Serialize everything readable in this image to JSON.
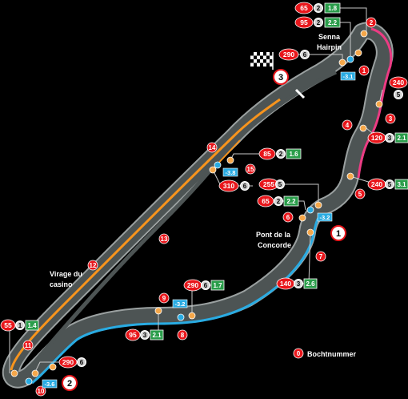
{
  "colors": {
    "background": "#000000",
    "track": "#4d5454",
    "track_edge": "#9aa0a0",
    "orange_kerb": "#f7941d",
    "blue_kerb": "#29abe2",
    "pink_kerb": "#ec3b83",
    "corner_red": "#e8161b",
    "gear_green": "#2a9d4a",
    "marker_orange": "#f5a74a"
  },
  "place_names": {
    "senna_line1": "Senna",
    "senna_line2": "Hairpin",
    "pont_line1": "Pont de la",
    "pont_line2": "Concorde",
    "casino_line1": "Virage du",
    "casino_line2": "casino"
  },
  "legend": {
    "sample_number": "0",
    "label": "Bochtnummer"
  },
  "zones": [
    {
      "id": "1",
      "label": "1"
    },
    {
      "id": "2",
      "label": "2"
    },
    {
      "id": "3",
      "label": "3"
    }
  ],
  "corners": [
    "1",
    "2",
    "3",
    "4",
    "5",
    "6",
    "7",
    "8",
    "9",
    "10",
    "11",
    "12",
    "13",
    "14",
    "15"
  ],
  "speed_boxes": [
    {
      "speed": "65",
      "gear": "2",
      "g": "1.8"
    },
    {
      "speed": "95",
      "gear": "2",
      "g": "2.2"
    },
    {
      "speed": "290",
      "gear": "6",
      "g": ""
    },
    {
      "speed": "240",
      "gear": "5",
      "g": ""
    },
    {
      "speed": "120",
      "gear": "3",
      "g": "2.1"
    },
    {
      "speed": "240",
      "gear": "5",
      "g": "3.1"
    },
    {
      "speed": "85",
      "gear": "2",
      "g": "1.6"
    },
    {
      "speed": "310",
      "gear": "6",
      "g": ""
    },
    {
      "speed": "255",
      "gear": "5",
      "g": ""
    },
    {
      "speed": "65",
      "gear": "2",
      "g": "2.2"
    },
    {
      "speed": "140",
      "gear": "3",
      "g": "2.6"
    },
    {
      "speed": "290",
      "gear": "6",
      "g": "1.7"
    },
    {
      "speed": "95",
      "gear": "3",
      "g": "2.1"
    },
    {
      "speed": "55",
      "gear": "1",
      "g": "1.4"
    },
    {
      "speed": "290",
      "gear": "6",
      "g": ""
    }
  ],
  "decel_values": [
    "-3.1",
    "-3.8",
    "-3.2",
    "-3.2",
    "-3.6"
  ]
}
